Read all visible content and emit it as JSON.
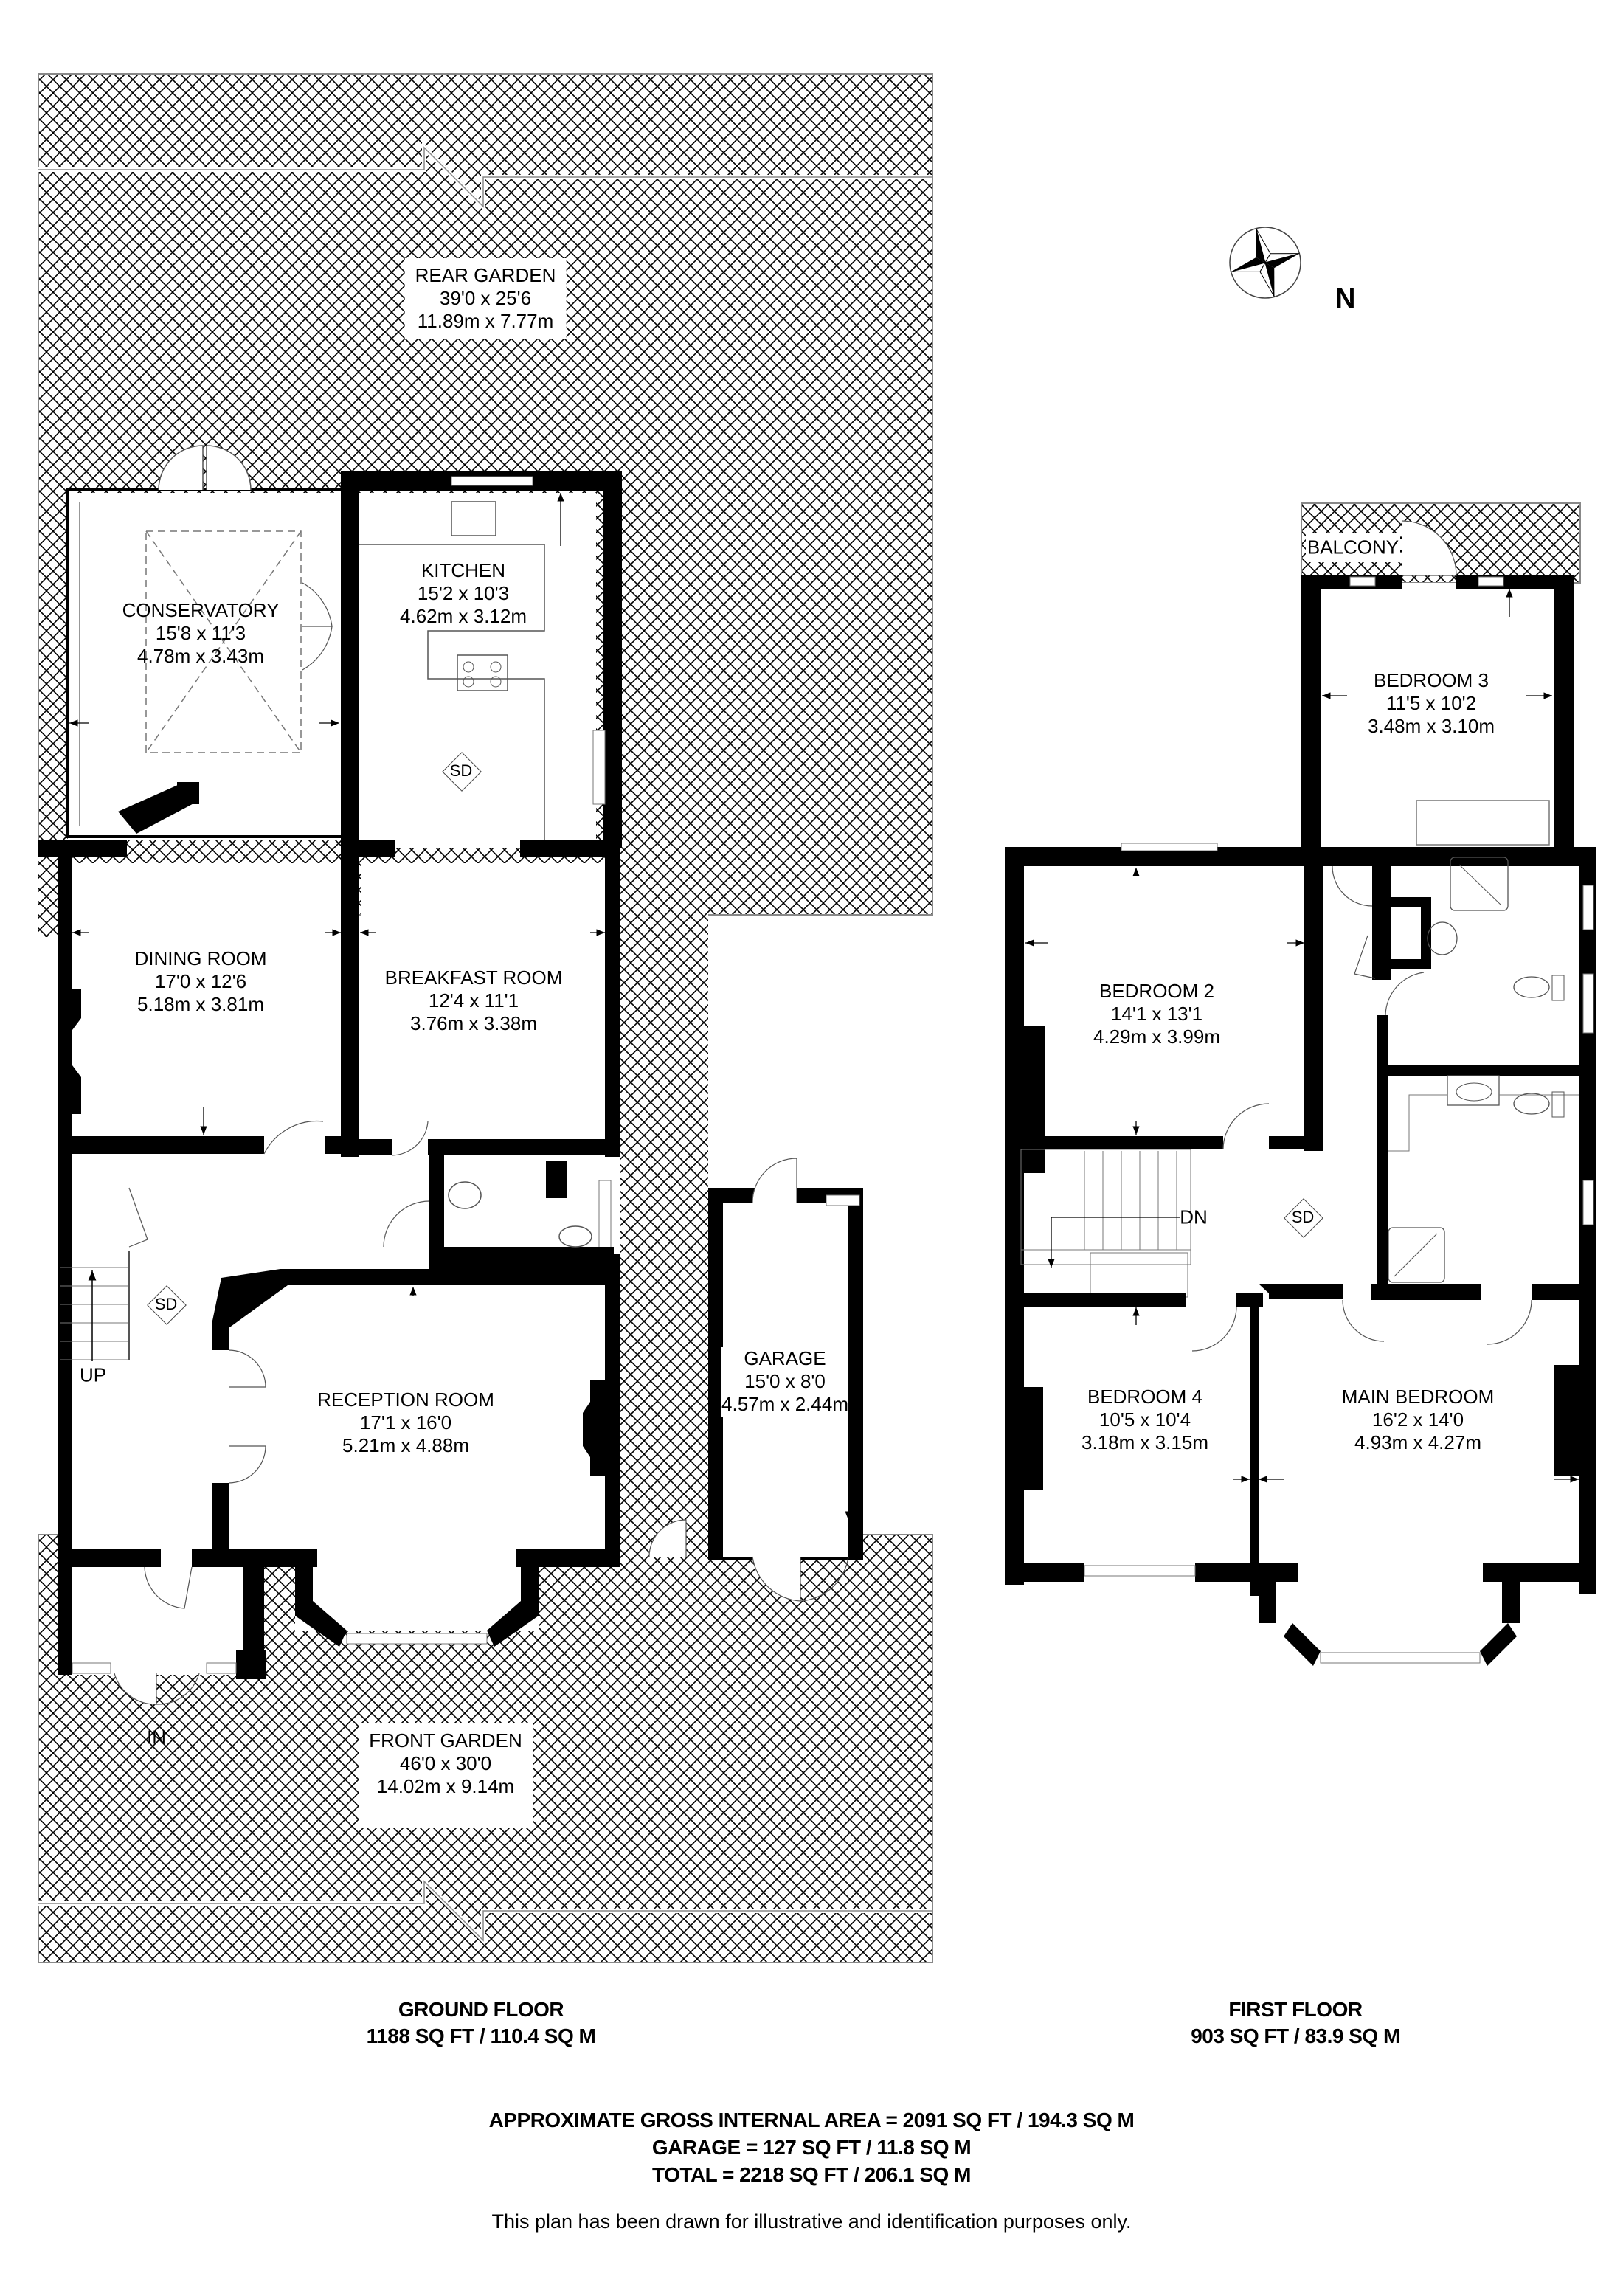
{
  "compass": {
    "icon": "compass-rose-icon",
    "label": "N"
  },
  "ground_floor": {
    "caption": "GROUND FLOOR",
    "area": "1188 SQ FT / 110.4 SQ M",
    "rooms": [
      {
        "id": "rear-garden",
        "name": "REAR GARDEN",
        "imperial": "39'0 x 25'6",
        "metric": "11.89m x 7.77m"
      },
      {
        "id": "conservatory",
        "name": "CONSERVATORY",
        "imperial": "15'8 x 11'3",
        "metric": "4.78m x 3.43m"
      },
      {
        "id": "kitchen",
        "name": "KITCHEN",
        "imperial": "15'2 x 10'3",
        "metric": "4.62m x 3.12m"
      },
      {
        "id": "dining-room",
        "name": "DINING ROOM",
        "imperial": "17'0 x 12'6",
        "metric": "5.18m x 3.81m"
      },
      {
        "id": "breakfast-room",
        "name": "BREAKFAST ROOM",
        "imperial": "12'4 x 11'1",
        "metric": "3.76m x 3.38m"
      },
      {
        "id": "reception-room",
        "name": "RECEPTION ROOM",
        "imperial": "17'1 x 16'0",
        "metric": "5.21m x 4.88m"
      },
      {
        "id": "garage",
        "name": "GARAGE",
        "imperial": "15'0 x 8'0",
        "metric": "4.57m x 2.44m"
      },
      {
        "id": "front-garden",
        "name": "FRONT GARDEN",
        "imperial": "46'0 x 30'0",
        "metric": "14.02m x 9.14m"
      }
    ],
    "markers": {
      "smoke_detector": "SD",
      "stairs_up": "UP",
      "entrance": "IN"
    }
  },
  "first_floor": {
    "caption": "FIRST FLOOR",
    "area": "903 SQ FT / 83.9 SQ M",
    "rooms": [
      {
        "id": "balcony",
        "name": "BALCONY"
      },
      {
        "id": "bedroom-3",
        "name": "BEDROOM 3",
        "imperial": "11'5 x 10'2",
        "metric": "3.48m x 3.10m"
      },
      {
        "id": "bedroom-2",
        "name": "BEDROOM 2",
        "imperial": "14'1 x 13'1",
        "metric": "4.29m x 3.99m"
      },
      {
        "id": "bedroom-4",
        "name": "BEDROOM 4",
        "imperial": "10'5 x 10'4",
        "metric": "3.18m x 3.15m"
      },
      {
        "id": "main-bedroom",
        "name": "MAIN BEDROOM",
        "imperial": "16'2 x 14'0",
        "metric": "4.93m x 4.27m"
      }
    ],
    "markers": {
      "smoke_detector": "SD",
      "stairs_down": "DN"
    }
  },
  "summary": {
    "gross_internal_area": "APPROXIMATE GROSS INTERNAL AREA = 2091 SQ FT / 194.3 SQ M",
    "garage": "GARAGE = 127 SQ FT / 11.8 SQ M",
    "total": "TOTAL = 2218 SQ FT / 206.1 SQ M"
  },
  "disclaimer": "This plan has been drawn for illustrative and identification purposes only.",
  "colors": {
    "wall": "#000000",
    "background": "#ffffff",
    "hatch": "#000000",
    "fixture_line": "#555555"
  }
}
